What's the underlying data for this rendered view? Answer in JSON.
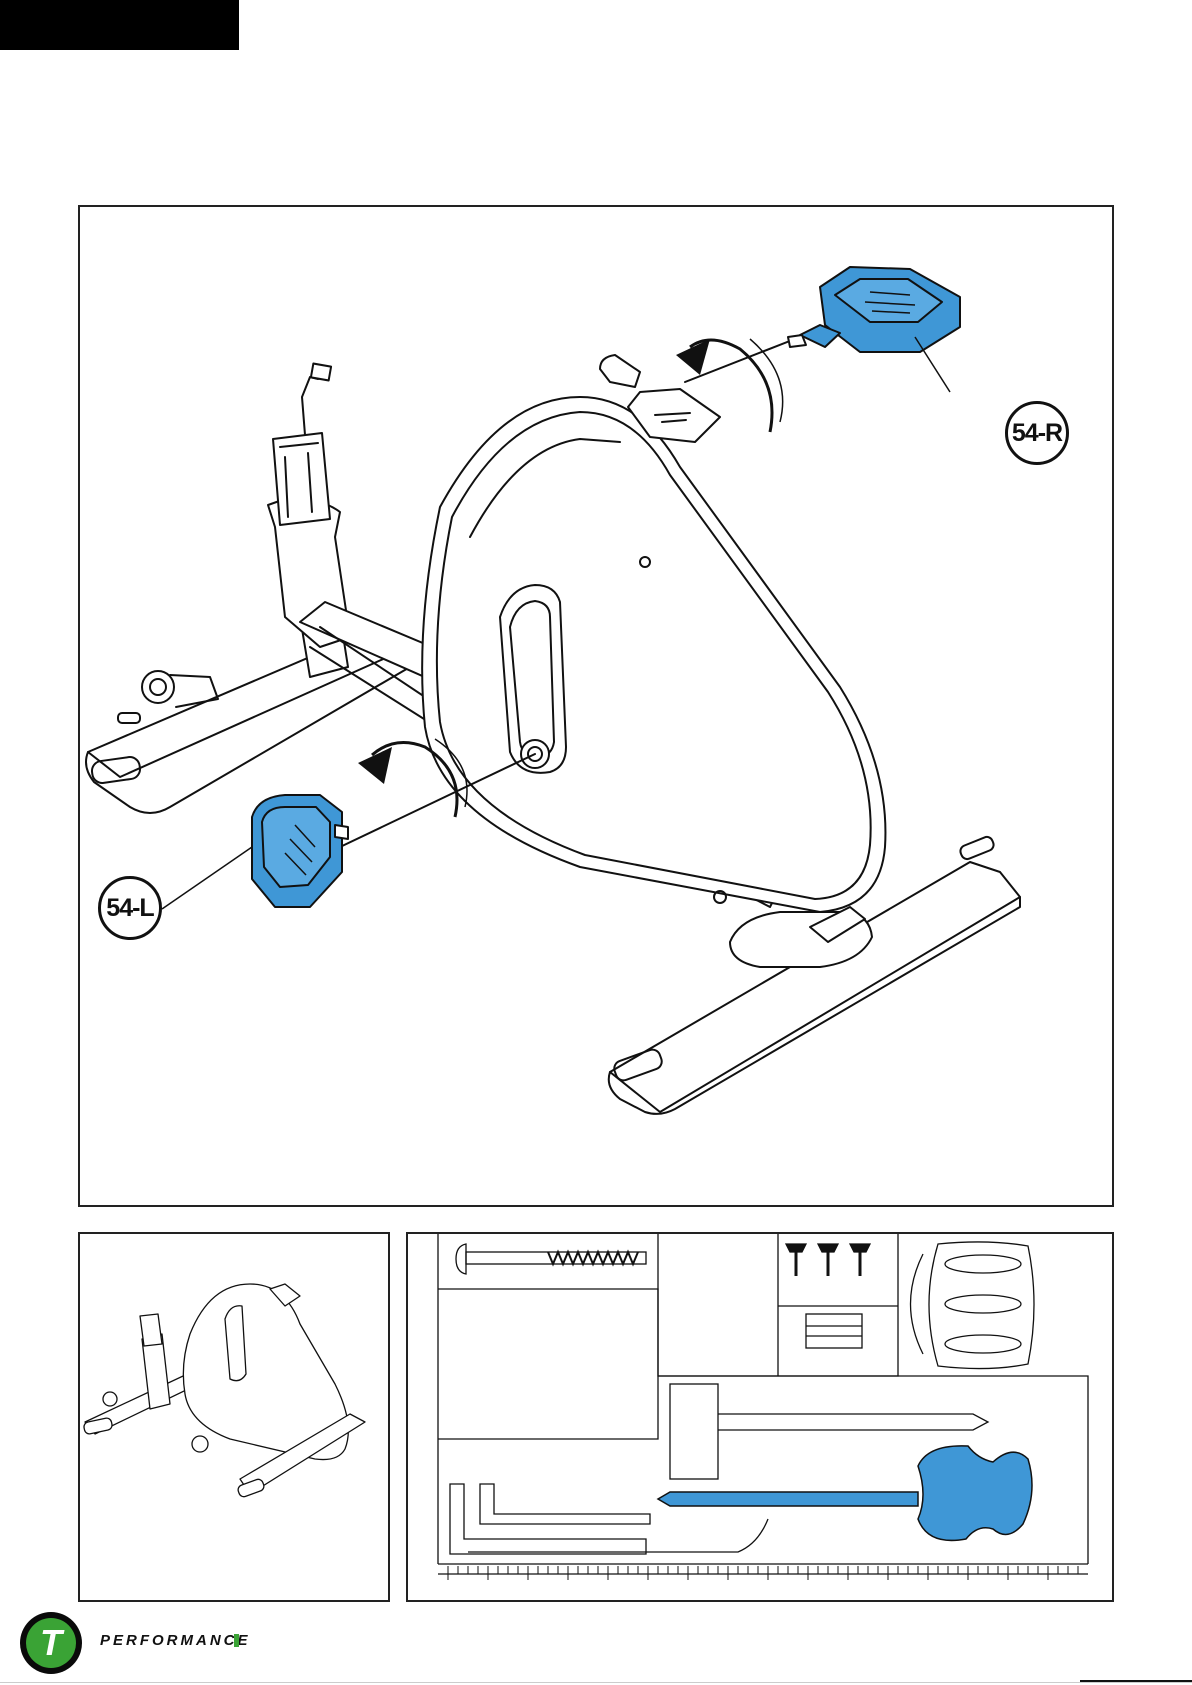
{
  "callouts": {
    "right_pedal": "54-R",
    "left_pedal": "54-L"
  },
  "footer": {
    "brand": "PERFORMANCE",
    "logo_letter": "T"
  },
  "colors": {
    "highlight": "#3f97d6",
    "logo_green": "#3aa335",
    "line": "#111111"
  }
}
